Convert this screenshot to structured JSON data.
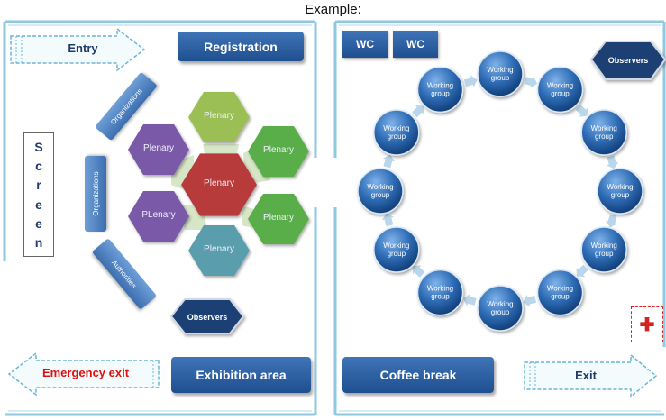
{
  "title": "Example:",
  "left_hall": {
    "entry": "Entry",
    "registration": "Registration",
    "screen_letters": [
      "S",
      "c",
      "r",
      "e",
      "e",
      "n"
    ],
    "organizations_top": "Organizations",
    "organizations_mid": "Organizations",
    "authorities": "Authorities",
    "plenary_center": "Plenary",
    "plenary_tiles": [
      "Plenary",
      "Plenary",
      "Plenary",
      "PLenary",
      "Plenary",
      "Plenary"
    ],
    "observers": "Observers",
    "emergency_exit": "Emergency exit",
    "exhibition_area": "Exhibition area"
  },
  "right_hall": {
    "wc_1": "WC",
    "wc_2": "WC",
    "observers": "Observers",
    "working_groups": [
      "Working group",
      "Working group",
      "Working group",
      "Working group",
      "Working group",
      "Working group",
      "Working group",
      "Working group",
      "Working group",
      "Working group",
      "Working group",
      "Working group"
    ],
    "coffee_break": "Coffee break",
    "exit": "Exit",
    "first_aid_symbol": "✚"
  },
  "colors": {
    "accent_blue": "#1f4f8f",
    "wall": "#8ec9e0",
    "emergency_red": "#e01010",
    "first_aid_red": "#d22222",
    "hex_green_light": "#9bbf55",
    "hex_green": "#5aae4a",
    "hex_purple": "#7a5aa8",
    "hex_red": "#b83a3a",
    "hex_teal": "#5a9eae"
  }
}
